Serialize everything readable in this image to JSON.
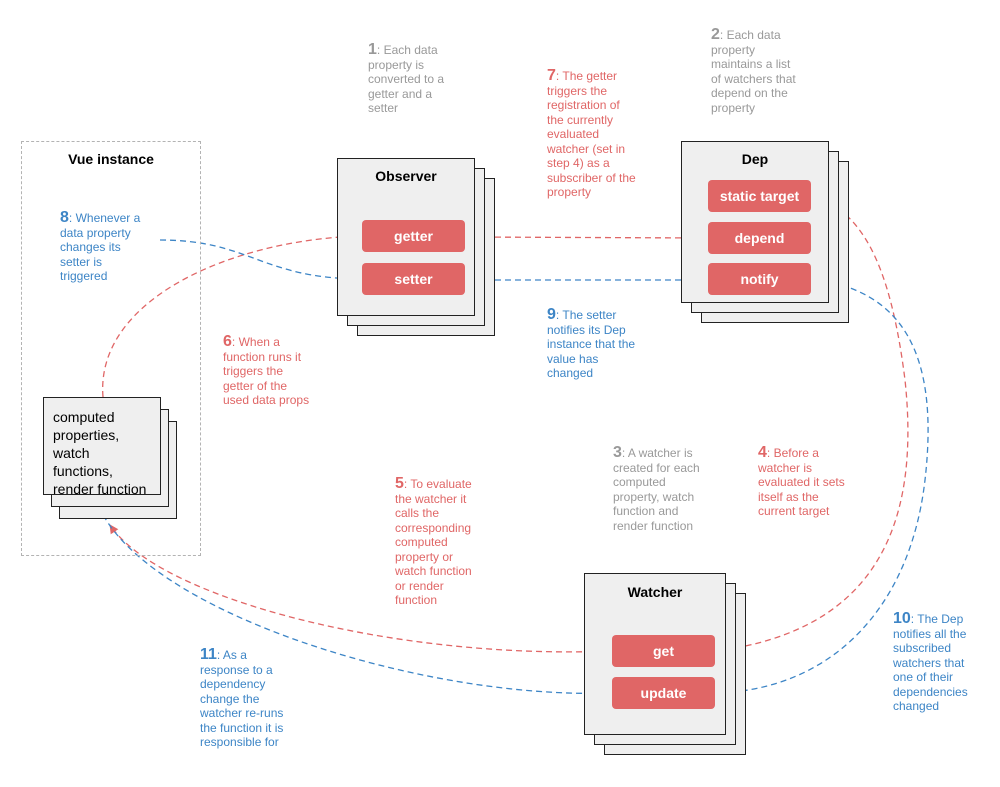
{
  "vue_instance": {
    "title": "Vue instance"
  },
  "computed": {
    "lines": [
      "computed",
      "properties,",
      "watch",
      "functions,",
      "render function"
    ]
  },
  "observer": {
    "title": "Observer",
    "getter": "getter",
    "setter": "setter"
  },
  "dep": {
    "title": "Dep",
    "static_target": "static target",
    "depend": "depend",
    "notify": "notify"
  },
  "watcher": {
    "title": "Watcher",
    "get": "get",
    "update": "update"
  },
  "notes": {
    "n1": {
      "num": "1",
      "lines": [
        ": Each data",
        "property is",
        "converted to a",
        "getter and  a",
        "setter"
      ]
    },
    "n2": {
      "num": "2",
      "lines": [
        ": Each data",
        "property",
        "maintains a list",
        "of watchers that",
        "depend on the",
        "property"
      ]
    },
    "n3": {
      "num": "3",
      "lines": [
        ": A watcher is",
        "created for each",
        "computed",
        "property, watch",
        "function and",
        "render function"
      ]
    },
    "n4": {
      "num": "4",
      "lines": [
        ": Before a",
        "watcher is",
        "evaluated it sets",
        "itself as the",
        "current target"
      ]
    },
    "n5": {
      "num": "5",
      "lines": [
        ": To evaluate",
        "the watcher it",
        "calls the",
        "corresponding",
        "computed",
        "property or",
        "watch function",
        "or render",
        "function"
      ]
    },
    "n6": {
      "num": "6",
      "lines": [
        ": When a",
        "function runs it",
        "triggers the",
        "getter of the",
        "used data props"
      ]
    },
    "n7": {
      "num": "7",
      "lines": [
        ": The getter",
        "triggers the",
        "registration of",
        "the currently",
        "evaluated",
        "watcher (set in",
        "step 4) as a",
        "subscriber of the",
        "property"
      ]
    },
    "n8": {
      "num": "8",
      "lines": [
        ": Whenever a",
        "data property",
        "changes its",
        "setter is",
        "triggered"
      ]
    },
    "n9": {
      "num": "9",
      "lines": [
        ": The setter",
        "notifies its Dep",
        "instance that the",
        "value has",
        "changed"
      ]
    },
    "n10": {
      "num": "10",
      "lines": [
        ": The Dep",
        "notifies all the",
        "subscribed",
        "watchers that",
        "one of their",
        "dependencies",
        "changed"
      ]
    },
    "n11": {
      "num": "11",
      "lines": [
        ": As a",
        "response to a",
        "dependency",
        "change the",
        "watcher re-runs",
        "the function it is",
        "responsible for"
      ]
    }
  },
  "colors": {
    "red": "#e06666",
    "blue": "#3d85c6",
    "gray": "#999999",
    "panel": "#efefef"
  }
}
